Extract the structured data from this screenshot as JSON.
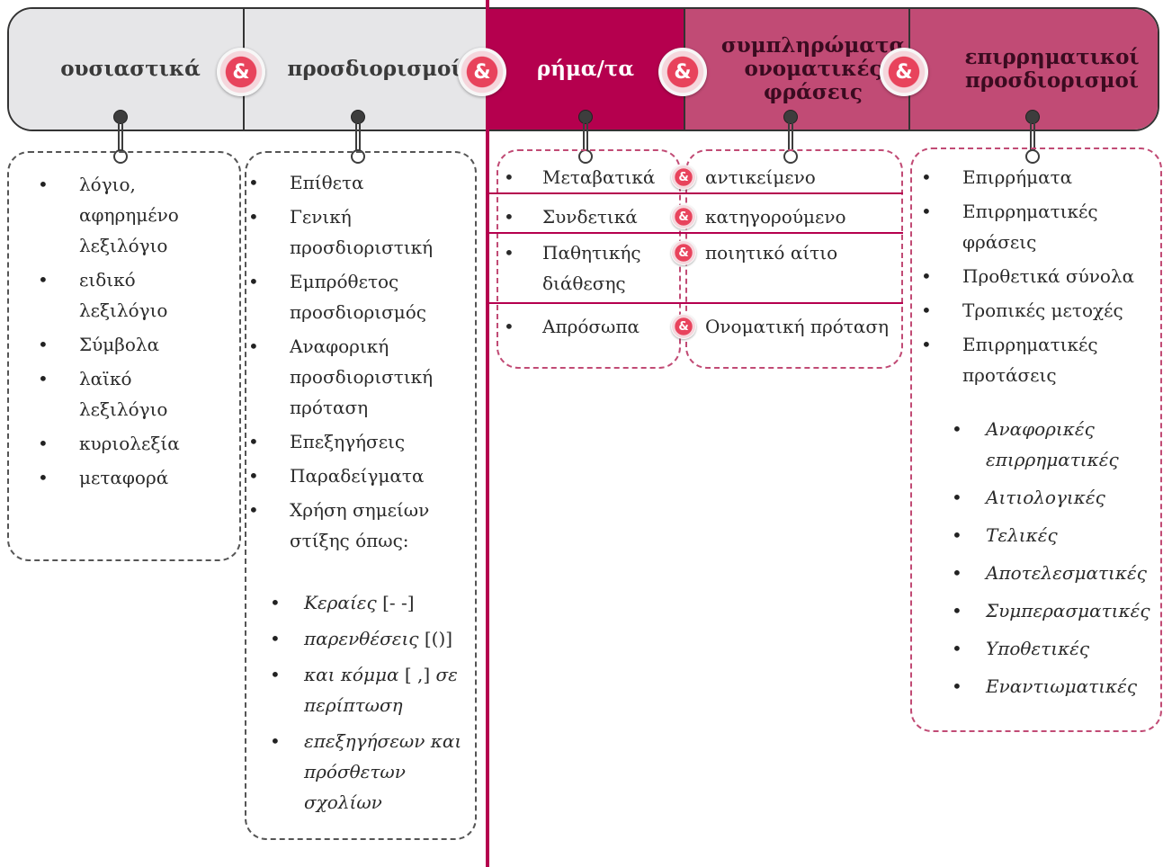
{
  "headers": [
    {
      "id": "nouns",
      "lines": [
        "ουσιαστικά"
      ]
    },
    {
      "id": "modifiers",
      "lines": [
        "προσδιορισμοί"
      ]
    },
    {
      "id": "verbs",
      "lines": [
        "ρήμα/τα"
      ]
    },
    {
      "id": "complements",
      "lines": [
        "συμπληρώματα",
        "ονοματικές",
        "φράσεις"
      ]
    },
    {
      "id": "adverbials",
      "lines": [
        "επιρρηματικοί",
        "προσδιορισμοί"
      ]
    }
  ],
  "connector_symbol": "&",
  "nouns_items": [
    [
      "λόγιο,",
      "αφηρημένο",
      "λεξιλόγιο"
    ],
    [
      "ειδικό",
      "λεξιλόγιο"
    ],
    [
      "Σύμβολα"
    ],
    [
      "λαϊκό",
      "λεξιλόγιο"
    ],
    [
      "κυριολεξία"
    ],
    [
      "μεταφορά"
    ]
  ],
  "modifiers_items": [
    [
      "Επίθετα"
    ],
    [
      "Γενική",
      "προσδιοριστική"
    ],
    [
      "Εμπρόθετος",
      "προσδιορισμός"
    ],
    [
      "Αναφορική",
      "προσδιοριστική",
      "πρόταση"
    ],
    [
      "Επεξηγήσεις"
    ],
    [
      "Παραδείγματα"
    ],
    [
      "Χρήση σημείων",
      "στίξης όπως:"
    ]
  ],
  "punctuation_items": [
    {
      "italic": "Κεραίες",
      "plain": " [-  -]",
      "tail": ""
    },
    {
      "italic": "παρενθέσεις",
      "plain": " [()]",
      "tail": ""
    },
    {
      "italic": "και κόμμα",
      "plain": " [ ,]",
      "tail": " σε περίπτωση"
    },
    {
      "italic": "επεξηγήσεων και πρόσθετων σχολίων",
      "plain": "",
      "tail": ""
    }
  ],
  "verb_rows": [
    {
      "verb": [
        "Μεταβατικά"
      ],
      "complement": "αντικείμενο"
    },
    {
      "verb": [
        "Συνδετικά"
      ],
      "complement": "κατηγορούμενο"
    },
    {
      "verb": [
        "Παθητικής",
        "διάθεσης"
      ],
      "complement": "ποιητικό αίτιο"
    },
    {
      "verb": [
        "Απρόσωπα"
      ],
      "complement": "Ονοματική πρόταση"
    }
  ],
  "adverbial_items": [
    [
      "Επιρρήματα"
    ],
    [
      "Επιρρηματικές",
      "φράσεις"
    ],
    [
      "Προθετικά σύνολα"
    ],
    [
      "Τροπικές μετοχές"
    ],
    [
      "Επιρρηματικές",
      "προτάσεις"
    ]
  ],
  "clause_types": [
    "Αναφορικές επιρρηματικές",
    "Αιτιολογικές",
    "Τελικές",
    "Αποτελεσματικές",
    "Συμπερασματικές",
    "Υποθετικές",
    "Εναντιωματικές"
  ],
  "colors": {
    "magenta": "#b5004e",
    "rose": "#c14b75",
    "grey": "#e6e6e8",
    "amp": "#e8435c"
  }
}
